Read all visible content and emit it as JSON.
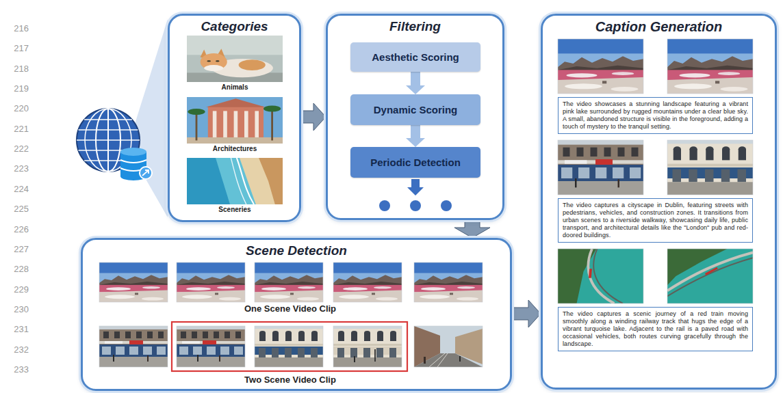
{
  "diagram": {
    "nodes": [
      {
        "text": [
          "Categories"
        ]
      },
      {
        "text": [
          "Animals"
        ],
        "in": 0
      },
      {
        "text": [
          "Architectures"
        ],
        "in": 0
      },
      {
        "text": [
          "Sceneries"
        ],
        "in": 0
      },
      {
        "text": [
          "Filtering"
        ]
      },
      {
        "text": [
          "Aesthetic Scoring"
        ],
        "in": 4
      },
      {
        "text": [
          "Dynamic Scoring"
        ],
        "in": 4
      },
      {
        "text": [
          "Periodic Detection"
        ],
        "in": 4
      },
      {
        "text": [
          "Scene Detection"
        ]
      },
      {
        "text": [
          "Caption Generation"
        ]
      },
      {
        "text": [
          "The video showcases a stunning landscape featuring a vibrant pink lake surrounded by rugged mountains under a clear blue sky. A small, abandoned structure is visible in the foreground, adding a touch of mystery to the tranquil setting."
        ],
        "in": 9
      },
      {
        "text": [
          "The video captures a cityscape in Dublin, featuring streets with pedestrians, vehicles, and construction zones. It transitions from urban scenes to a riverside walkway, showcasing daily life, public transport, and architectural details like the \"London\" pub and red-doored buildings."
        ],
        "in": 9
      },
      {
        "text": [
          "The video captures a scenic journey of a red train moving smoothly along a winding railway track that hugs the edge of a vibrant turquoise lake. Adjacent to the rail is a paved road with occasional vehicles, both routes curving gracefully through the landscape."
        ],
        "in": 9
      }
    ],
    "edges": [
      {
        "from": 0,
        "to": 4,
        "arrow": "to"
      },
      {
        "from": 5,
        "to": 6,
        "arrow": "to"
      },
      {
        "from": 6,
        "to": 7,
        "arrow": "to"
      },
      {
        "from": 4,
        "to": 8,
        "arrow": "to"
      },
      {
        "from": 8,
        "to": 9,
        "arrow": "to"
      }
    ],
    "labels": [
      "216",
      "217",
      "218",
      "219",
      "220",
      "221",
      "222",
      "223",
      "224",
      "225",
      "226",
      "227",
      "228",
      "229",
      "230",
      "231",
      "232",
      "233",
      "One Scene Video Clip",
      "Two Scene Video Clip"
    ]
  }
}
